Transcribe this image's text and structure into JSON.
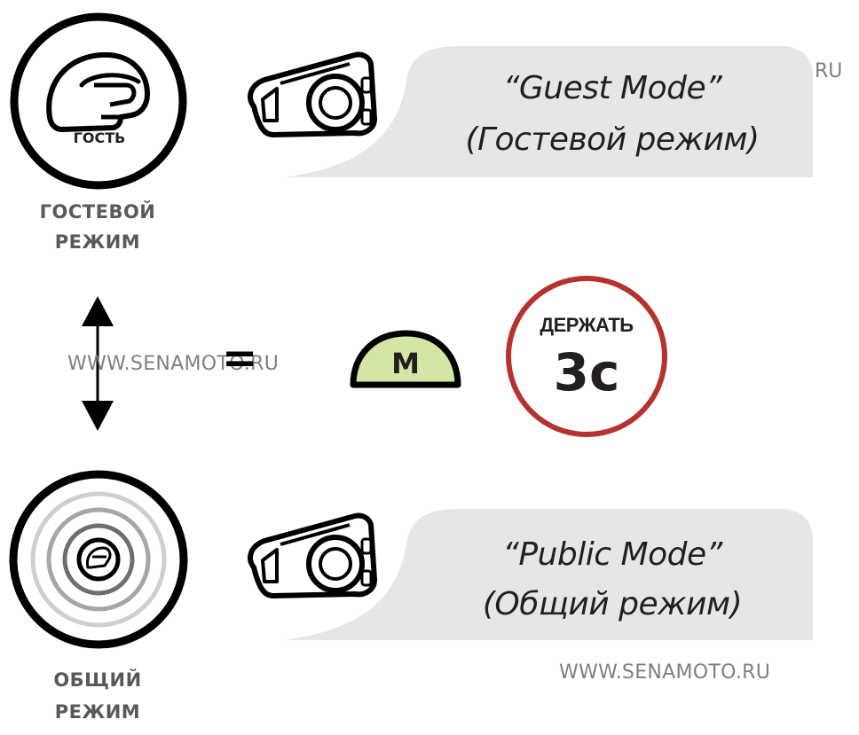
{
  "guest": {
    "icon_tag": "ГОСТЬ",
    "label_line1": "ГОСТЕВОЙ",
    "label_line2": "РЕЖИМ",
    "bubble_line1": "“Guest Mode”",
    "bubble_line2": "(Гостевой режим)"
  },
  "public": {
    "label_line1": "ОБЩИЙ",
    "label_line2": "РЕЖИМ",
    "bubble_line1": "“Public Mode”",
    "bubble_line2": "(Общий режим)"
  },
  "control": {
    "equals": "=",
    "button_label": "M",
    "hold_label": "ДЕРЖАТЬ",
    "hold_duration": "3с"
  },
  "watermarks": {
    "middle": "WWW.SENAMOTO.RU",
    "bottom": "WWW.SENAMOTO.RU",
    "corner": "RU"
  },
  "colors": {
    "bubble": "#e6e6e6",
    "button_fill": "#d4e6a5",
    "hold_ring": "#b5322e",
    "text_dark": "#231f20",
    "label_gray": "#595959"
  }
}
